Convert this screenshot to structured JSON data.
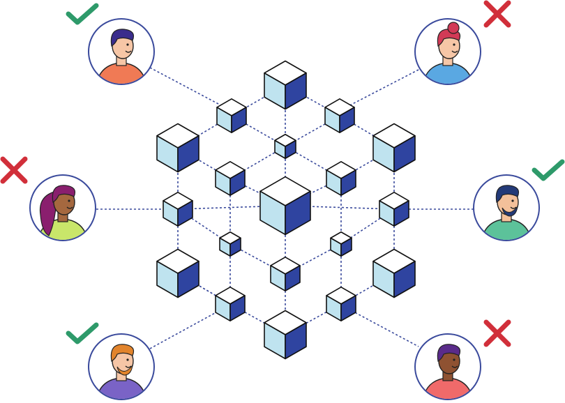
{
  "colors": {
    "cube_top": "#ffffff",
    "cube_left": "#bfe3ef",
    "cube_right": "#2f44a0",
    "connector": "#3a4a9c",
    "ring": "#3a4a9c",
    "check": "#2e9a6a",
    "cross": "#d12f3a"
  },
  "participants": [
    {
      "id": "top-left",
      "status": "approved",
      "status_icon": "check-icon",
      "hair": "#3a2c8c",
      "skin": "#f6c6a6",
      "shirt": "#f07a55"
    },
    {
      "id": "top-right",
      "status": "rejected",
      "status_icon": "cross-icon",
      "hair": "#d23a56",
      "skin": "#f6c6a6",
      "shirt": "#5aa8e2"
    },
    {
      "id": "middle-left",
      "status": "rejected",
      "status_icon": "cross-icon",
      "hair": "#8a1f6e",
      "skin": "#a5683f",
      "shirt": "#c9e66a"
    },
    {
      "id": "middle-right",
      "status": "approved",
      "status_icon": "check-icon",
      "hair": "#233a78",
      "skin": "#f3c09a",
      "shirt": "#5cc29a"
    },
    {
      "id": "bottom-left",
      "status": "approved",
      "status_icon": "check-icon",
      "hair": "#e2842c",
      "skin": "#f6c6a6",
      "shirt": "#7a63c6"
    },
    {
      "id": "bottom-right",
      "status": "rejected",
      "status_icon": "cross-icon",
      "hair": "#5a2b8a",
      "skin": "#8f5232",
      "shirt": "#f06a6a"
    }
  ]
}
